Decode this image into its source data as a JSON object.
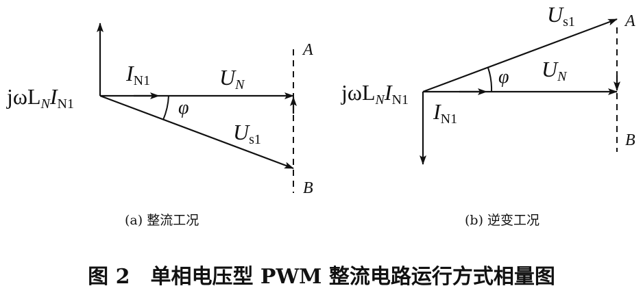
{
  "figure": {
    "title": "图 2　单相电压型 PWM 整流电路运行方式相量图"
  },
  "panel_a": {
    "caption": "(a) 整流工况",
    "label_jwl": "jωL",
    "sub_n1": "N",
    "label_i": "I",
    "sub_i1": "N1",
    "in1_label": "I",
    "in1_sub": "N1",
    "un_label": "U",
    "un_sub": "N",
    "us1_label": "U",
    "us1_sub": "s1",
    "phi": "φ",
    "point_a": "A",
    "point_b": "B"
  },
  "panel_b": {
    "caption": "(b) 逆变工况",
    "label_jwl": "jωL",
    "sub_n1": "N",
    "label_i": "I",
    "sub_i1": "N1",
    "in1_label": "I",
    "in1_sub": "N1",
    "un_label": "U",
    "un_sub": "N",
    "us1_label": "U",
    "us1_sub": "s1",
    "phi": "φ",
    "point_a": "A",
    "point_b": "B"
  }
}
